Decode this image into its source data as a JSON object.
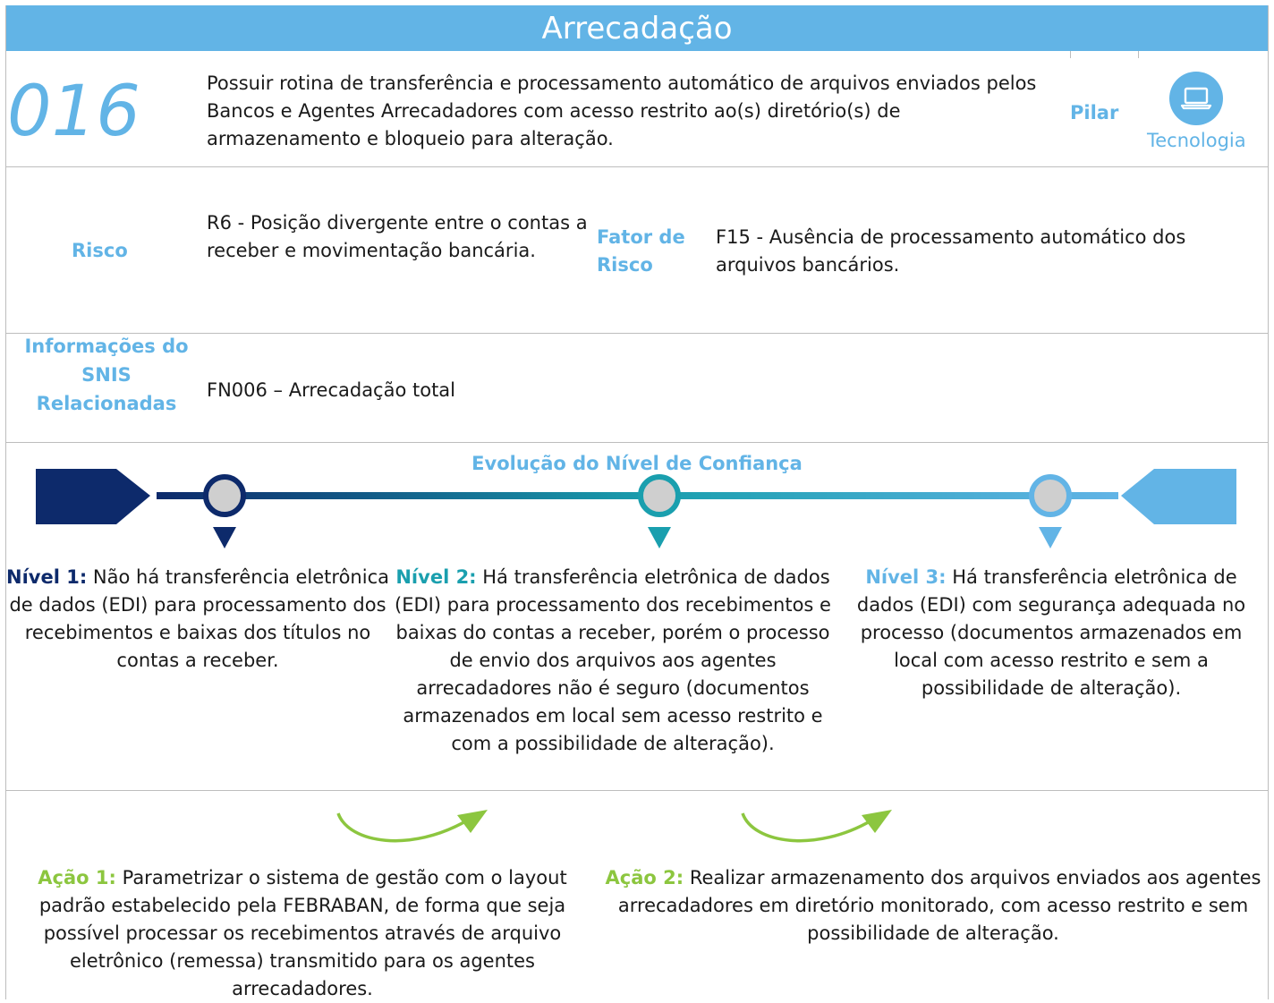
{
  "header": {
    "title": "Arrecadação"
  },
  "control": {
    "code": "016",
    "description": "Possuir rotina de transferência e processamento automático de arquivos enviados pelos Bancos e Agentes Arrecadadores com acesso restrito ao(s) diretório(s) de armazenamento e bloqueio para alteração.",
    "pillar_label": "Pilar",
    "pillar_name": "Tecnologia",
    "pillar_icon": "laptop-icon"
  },
  "risk": {
    "label": "Risco",
    "value": "R6 - Posição divergente entre o contas a receber e movimentação bancária.",
    "factor_label_line1": "Fator de",
    "factor_label_line2": "Risco",
    "factor_value": "F15 - Ausência de processamento automático dos arquivos bancários."
  },
  "snis": {
    "label_line1": "Informações do",
    "label_line2": "SNIS",
    "label_line3": "Relacionadas",
    "value": "FN006 – Arrecadação total"
  },
  "evolution": {
    "title": "Evolução do Nível de Confiança",
    "colors": {
      "level1": "#0d2a6b",
      "level2": "#1a9fae",
      "level3": "#62b4e6",
      "action": "#8cc63f"
    },
    "levels": [
      {
        "title": "Nível 1:",
        "text": " Não há transferência eletrônica de dados (EDI) para processamento dos recebimentos e baixas dos títulos no contas a receber."
      },
      {
        "title": "Nível 2:",
        "text": " Há transferência eletrônica de dados (EDI) para processamento dos recebimentos e baixas do contas a receber, porém o processo de envio dos arquivos aos agentes arrecadadores não é seguro (documentos armazenados em local sem acesso restrito e com a possibilidade de alteração)."
      },
      {
        "title": "Nível 3:",
        "text": " Há transferência eletrônica de dados (EDI) com segurança adequada no processo (documentos armazenados em local com acesso restrito e sem a possibilidade de alteração)."
      }
    ],
    "actions": [
      {
        "title": "Ação 1:",
        "text": " Parametrizar o sistema de gestão com o layout padrão estabelecido pela FEBRABAN, de forma que seja possível processar os recebimentos através de arquivo eletrônico (remessa) transmitido para os agentes arrecadadores."
      },
      {
        "title": "Ação 2:",
        "text": " Realizar armazenamento dos arquivos enviados aos agentes arrecadadores em diretório monitorado, com acesso restrito e sem possibilidade de alteração."
      }
    ]
  }
}
